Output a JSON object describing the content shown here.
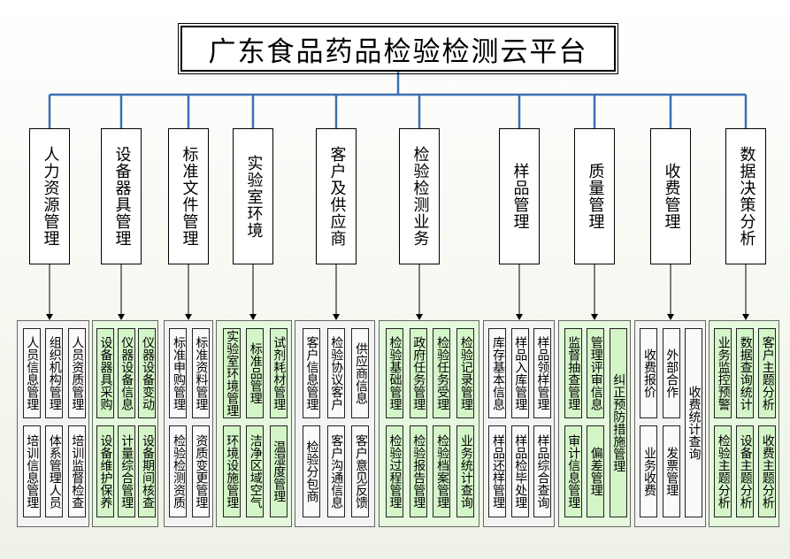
{
  "title": "广东食品药品检验检测云平台",
  "categories": [
    {
      "label": "人力资源管理",
      "color": "white",
      "rows": [
        [
          "人员信息管理",
          "组织机构管理",
          "人员资质管理"
        ],
        [
          "培训信息管理",
          "体系管理人员",
          "培训监督检查"
        ]
      ]
    },
    {
      "label": "设备器具管理",
      "color": "green",
      "rows": [
        [
          "设备器具采购",
          "仪器设备信息",
          "仪器设备变动"
        ],
        [
          "设备维护保养",
          "计量综合管理",
          "设备期间核查"
        ]
      ]
    },
    {
      "label": "标准文件管理",
      "color": "white",
      "rows": [
        [
          "标准申购管理",
          "标准资料管理"
        ],
        [
          "检验检测资质",
          "资质变更管理"
        ]
      ]
    },
    {
      "label": "实验室环境",
      "color": "green",
      "rows": [
        [
          "实验室环境管理",
          "标准品管理",
          "试剂耗材管理"
        ],
        [
          "环境设施管理",
          "洁净区域空气",
          "温湿度管理"
        ]
      ]
    },
    {
      "label": "客户及供应商",
      "color": "white",
      "rows": [
        [
          "客户信息管理",
          "检验协议客户",
          "供应商信息"
        ],
        [
          "检验分包商",
          "客户沟通信息",
          "客户意见反馈"
        ]
      ]
    },
    {
      "label": "检验检测业务",
      "color": "green",
      "rows": [
        [
          "检验基础管理",
          "政府任务管理",
          "检验任务受理",
          "检验记录管理"
        ],
        [
          "检验过程管理",
          "检验报告管理",
          "检验档案管理",
          "业务统计查询"
        ]
      ]
    },
    {
      "label": "样品管理",
      "color": "white",
      "rows": [
        [
          "库存基本信息",
          "样品入库管理",
          "样品领样管理"
        ],
        [
          "样品还样管理",
          "样品检毕处理",
          "样品综合查询"
        ]
      ]
    },
    {
      "label": "质量管理",
      "color": "green",
      "rows": [
        [
          "监督抽查管理",
          "管理评审信息",
          "纠正预防措施管理"
        ],
        [
          "审计信息管理",
          "偏差管理"
        ]
      ]
    },
    {
      "label": "收费管理",
      "color": "white",
      "rows": [
        [
          "收费报价",
          "外部合作",
          "收费统计查询"
        ],
        [
          "业务收费",
          "发票管理"
        ]
      ]
    },
    {
      "label": "数据决策分析",
      "color": "green",
      "rows": [
        [
          "业务监控预警",
          "数据查询统计",
          "客户主题分析"
        ],
        [
          "检验主题分析",
          "设备主题分析",
          "收费主题分析"
        ]
      ]
    }
  ]
}
